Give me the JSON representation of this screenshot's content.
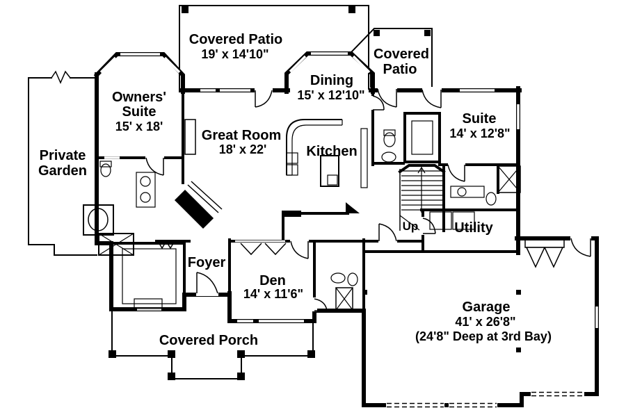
{
  "colors": {
    "wall": "#000000",
    "background": "#ffffff"
  },
  "rooms": {
    "covered_patio_main": {
      "lines": [
        "Covered Patio",
        "19' x 14'10\""
      ]
    },
    "covered_patio_right": {
      "lines": [
        "Covered",
        "Patio"
      ]
    },
    "dining": {
      "lines": [
        "Dining",
        "15' x 12'10\""
      ]
    },
    "owners_suite": {
      "lines": [
        "Owners'",
        "Suite",
        "15' x 18'"
      ]
    },
    "private_garden": {
      "lines": [
        "Private",
        "Garden"
      ]
    },
    "great_room": {
      "lines": [
        "Great Room",
        "18' x 22'"
      ]
    },
    "kitchen": {
      "lines": [
        "Kitchen"
      ]
    },
    "suite": {
      "lines": [
        "Suite",
        "14' x 12'8\""
      ]
    },
    "stairs": {
      "lines": [
        "Up"
      ]
    },
    "utility": {
      "lines": [
        "Utility"
      ]
    },
    "foyer": {
      "lines": [
        "Foyer"
      ]
    },
    "den": {
      "lines": [
        "Den",
        "14' x 11'6\""
      ]
    },
    "covered_porch": {
      "lines": [
        "Covered Porch"
      ]
    },
    "garage": {
      "lines": [
        "Garage",
        "41' x 26'8\"",
        "(24'8\" Deep at 3rd Bay)"
      ]
    }
  }
}
